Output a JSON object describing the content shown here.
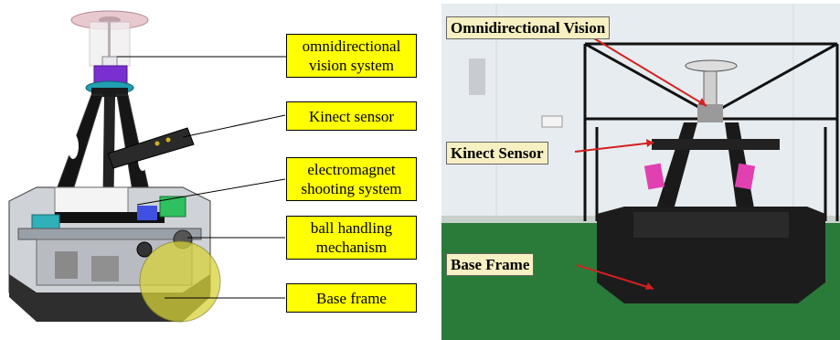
{
  "left_labels": {
    "omni": {
      "line1": "omnidirectional",
      "line2": "vision system"
    },
    "kinect": {
      "line1": "Kinect sensor"
    },
    "electromagnet": {
      "line1": "electromagnet",
      "line2": "shooting system"
    },
    "ball": {
      "line1": "ball handling",
      "line2": "mechanism"
    },
    "base": {
      "line1": "Base frame"
    }
  },
  "right_labels": {
    "omni": "Omnidirectional Vision",
    "kinect": "Kinect Sensor",
    "base": "Base Frame"
  },
  "colors": {
    "label_yellow": "#ffff00",
    "photo_label_bg": "#f6f0c2",
    "arrow_red": "#d42020",
    "ball_yellow": "#d8d23a"
  }
}
